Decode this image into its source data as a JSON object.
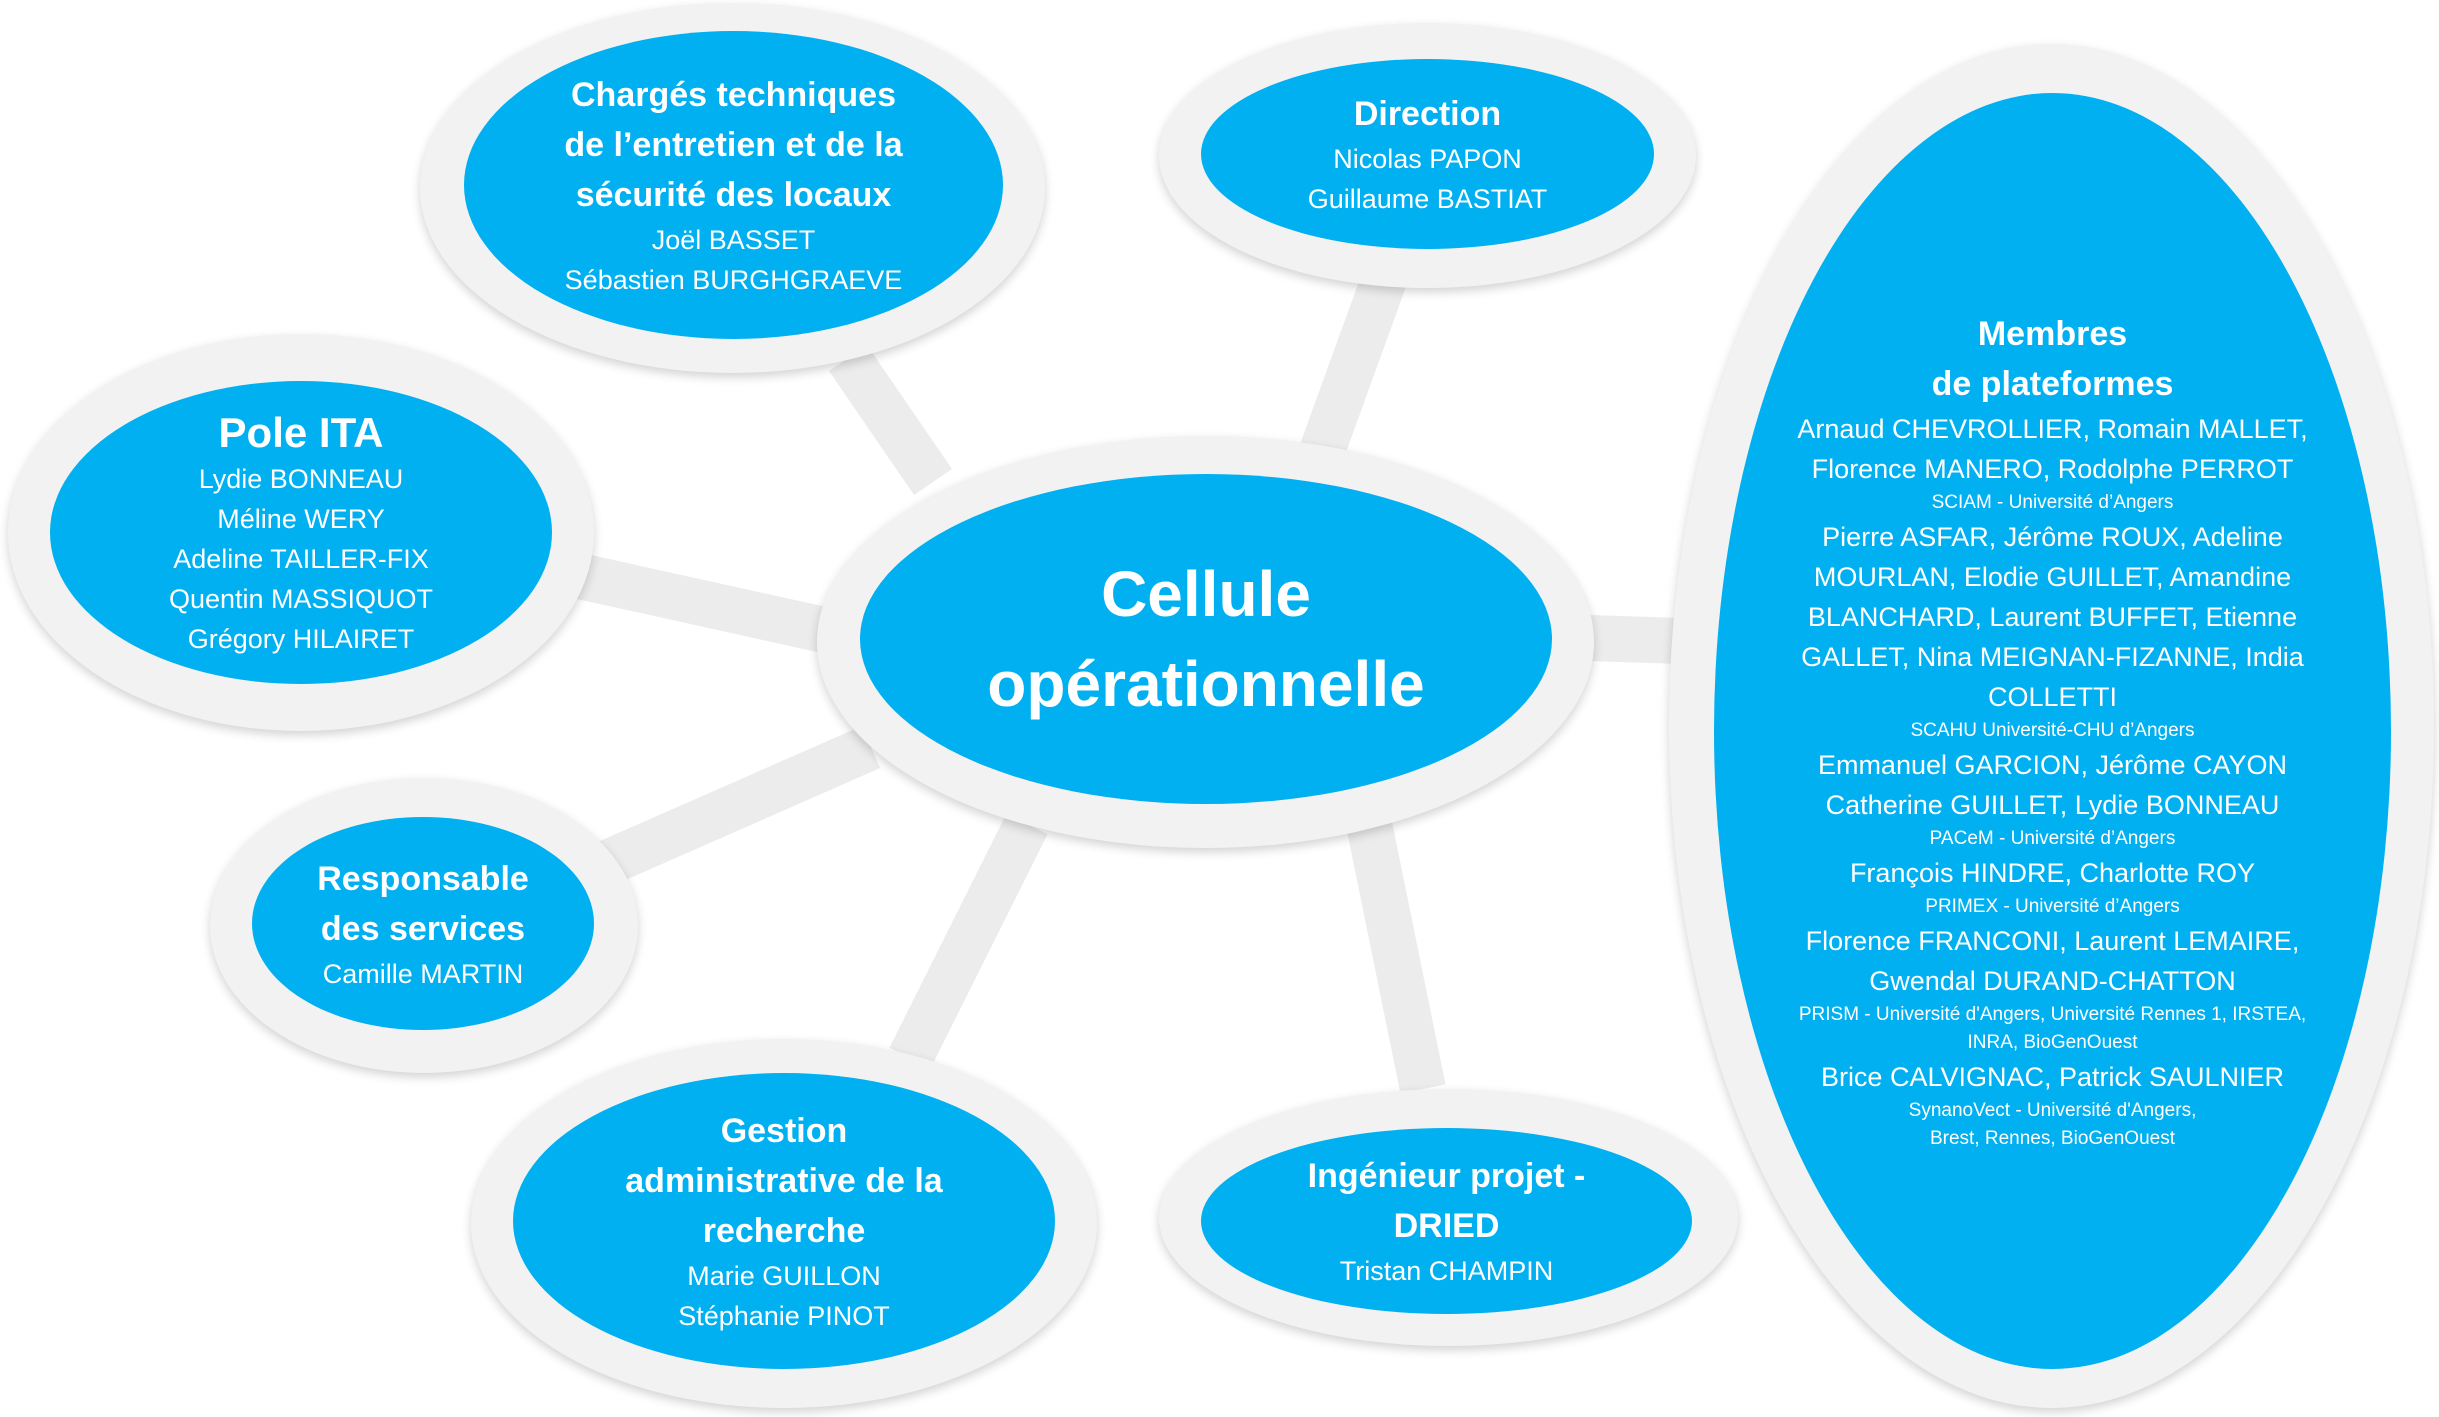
{
  "colors": {
    "node_fill": "#00B0F0",
    "ring": "#F2F2F2",
    "text": "#FFFFFF"
  },
  "center": {
    "title_line1": "Cellule",
    "title_line2": "opérationnelle"
  },
  "charges": {
    "title": [
      "Chargés techniques",
      "de l’entretien et de la",
      "sécurité des locaux"
    ],
    "names": [
      "Joël BASSET",
      "Sébastien BURGHGRAEVE"
    ]
  },
  "direction": {
    "title": "Direction",
    "names": [
      "Nicolas PAPON",
      "Guillaume BASTIAT"
    ]
  },
  "pole_ita": {
    "title": "Pole ITA",
    "names": [
      "Lydie BONNEAU",
      "Méline WERY",
      "Adeline TAILLER-FIX",
      "Quentin MASSIQUOT",
      "Grégory HILAIRET"
    ]
  },
  "responsable": {
    "title": [
      "Responsable",
      "des services"
    ],
    "names": [
      "Camille MARTIN"
    ]
  },
  "gestion": {
    "title": [
      "Gestion",
      "administrative de la",
      "recherche"
    ],
    "names": [
      "Marie GUILLON",
      "Stéphanie PINOT"
    ]
  },
  "ingenieur": {
    "title": [
      "Ingénieur projet -",
      "DRIED"
    ],
    "names": [
      "Tristan CHAMPIN"
    ]
  },
  "membres": {
    "title": [
      "Membres",
      "de plateformes"
    ],
    "groups": [
      {
        "names": "Arnaud CHEVROLLIER, Romain MALLET, Florence MANERO, Rodolphe PERROT",
        "platform": "SCIAM - Université d’Angers"
      },
      {
        "names": "Pierre ASFAR, Jérôme ROUX, Adeline MOURLAN, Elodie GUILLET, Amandine BLANCHARD, Laurent BUFFET, Etienne GALLET, Nina MEIGNAN-FIZANNE, India COLLETTI",
        "platform": "SCAHU Université-CHU d’Angers"
      },
      {
        "names": "Emmanuel GARCION, Jérôme CAYON",
        "platform": ""
      },
      {
        "names": "Catherine GUILLET, Lydie BONNEAU",
        "platform": "PACeM - Université d’Angers"
      },
      {
        "names": "François HINDRE, Charlotte ROY",
        "platform": "PRIMEX - Université d’Angers"
      },
      {
        "names": "Florence FRANCONI, Laurent LEMAIRE, Gwendal DURAND-CHATTON",
        "platform": "PRISM - Université d'Angers, Université Rennes 1, IRSTEA, INRA, BioGenOuest"
      },
      {
        "names": "Brice CALVIGNAC, Patrick SAULNIER",
        "platform": "SynanoVect - Université d'Angers, Brest, Rennes, BioGenOuest"
      }
    ]
  }
}
